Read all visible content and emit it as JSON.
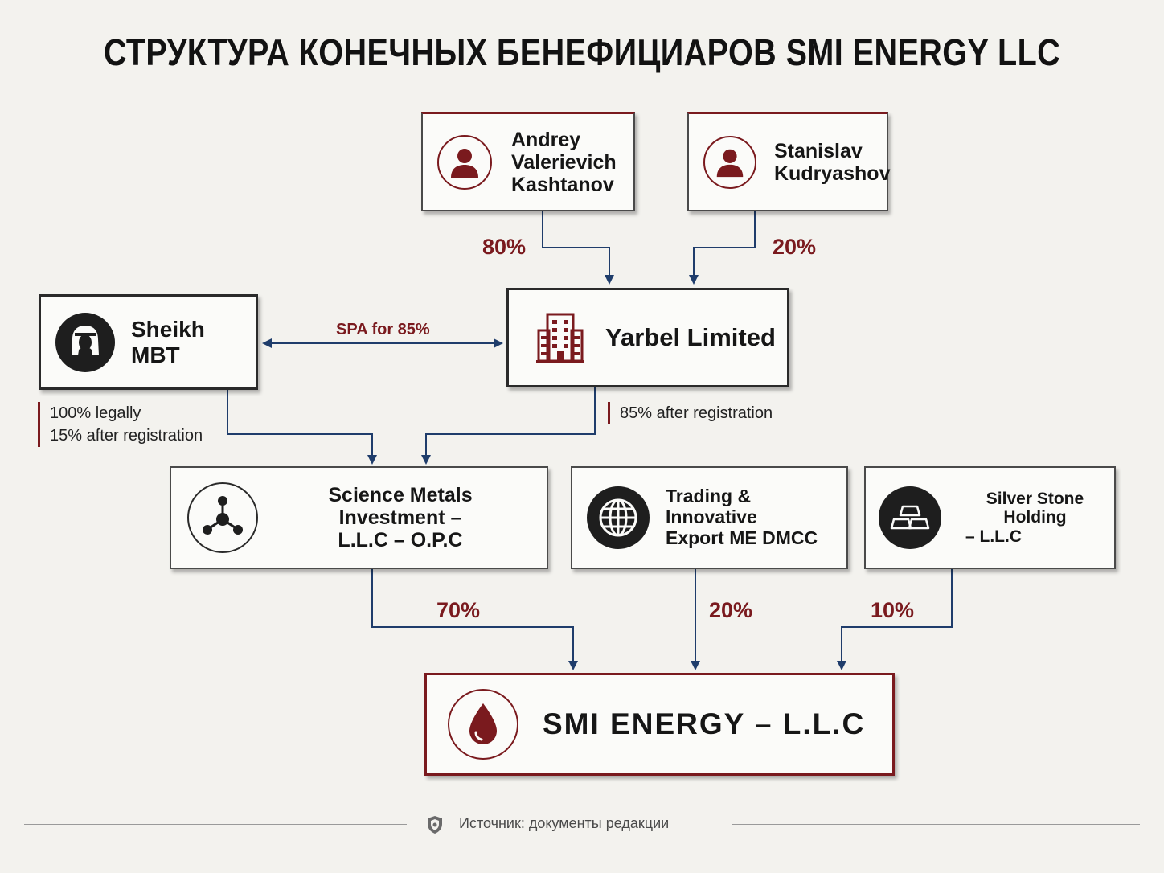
{
  "title": "СТРУКТУРА КОНЕЧНЫХ БЕНЕФИЦИАРОВ SMI ENERGY LLC",
  "owners": {
    "kashtanov": {
      "line1": "Andrey",
      "line2": "Valerievich",
      "line3": "Kashtanov",
      "icon": "person-icon"
    },
    "kudryashov": {
      "line1": "Stanislav",
      "line2": "Kudryashov",
      "icon": "person-icon"
    }
  },
  "sheikh": {
    "label": "Sheikh MBT",
    "icon": "sheikh-icon"
  },
  "yarbel": {
    "label": "Yarbel Limited",
    "icon": "building-icon"
  },
  "percentages": {
    "kashtanov_to_yarbel": "80%",
    "kudryashov_to_yarbel": "20%",
    "smi_to_energy": "70%",
    "trading_to_energy": "20%",
    "silver_to_energy": "10%"
  },
  "spa_label": "SPA for 85%",
  "sheikh_note": {
    "line1": "100% legally",
    "line2": "15% after registration"
  },
  "yarbel_note": "85% after registration",
  "intermediates": {
    "science": {
      "line1": "Science Metals Investment –",
      "line2": "L.L.C – O.P.C",
      "icon": "molecule-icon"
    },
    "trading": {
      "line1": "Trading & Innovative",
      "line2": "Export ME DMCC",
      "icon": "globe-icon"
    },
    "silver": {
      "line1": "Silver Stone Holding",
      "line2": "– L.L.C",
      "icon": "gold-bars-icon"
    }
  },
  "target": {
    "label": "SMI ENERGY – L.L.C",
    "icon": "oil-drop-icon"
  },
  "footer": {
    "source": "Источник: документы редакции",
    "icon": "shield-icon"
  },
  "colors": {
    "accent": "#7a1a1e",
    "connector": "#1f3d6b",
    "background": "#f3f2ee",
    "dark": "#1e1e1e"
  }
}
